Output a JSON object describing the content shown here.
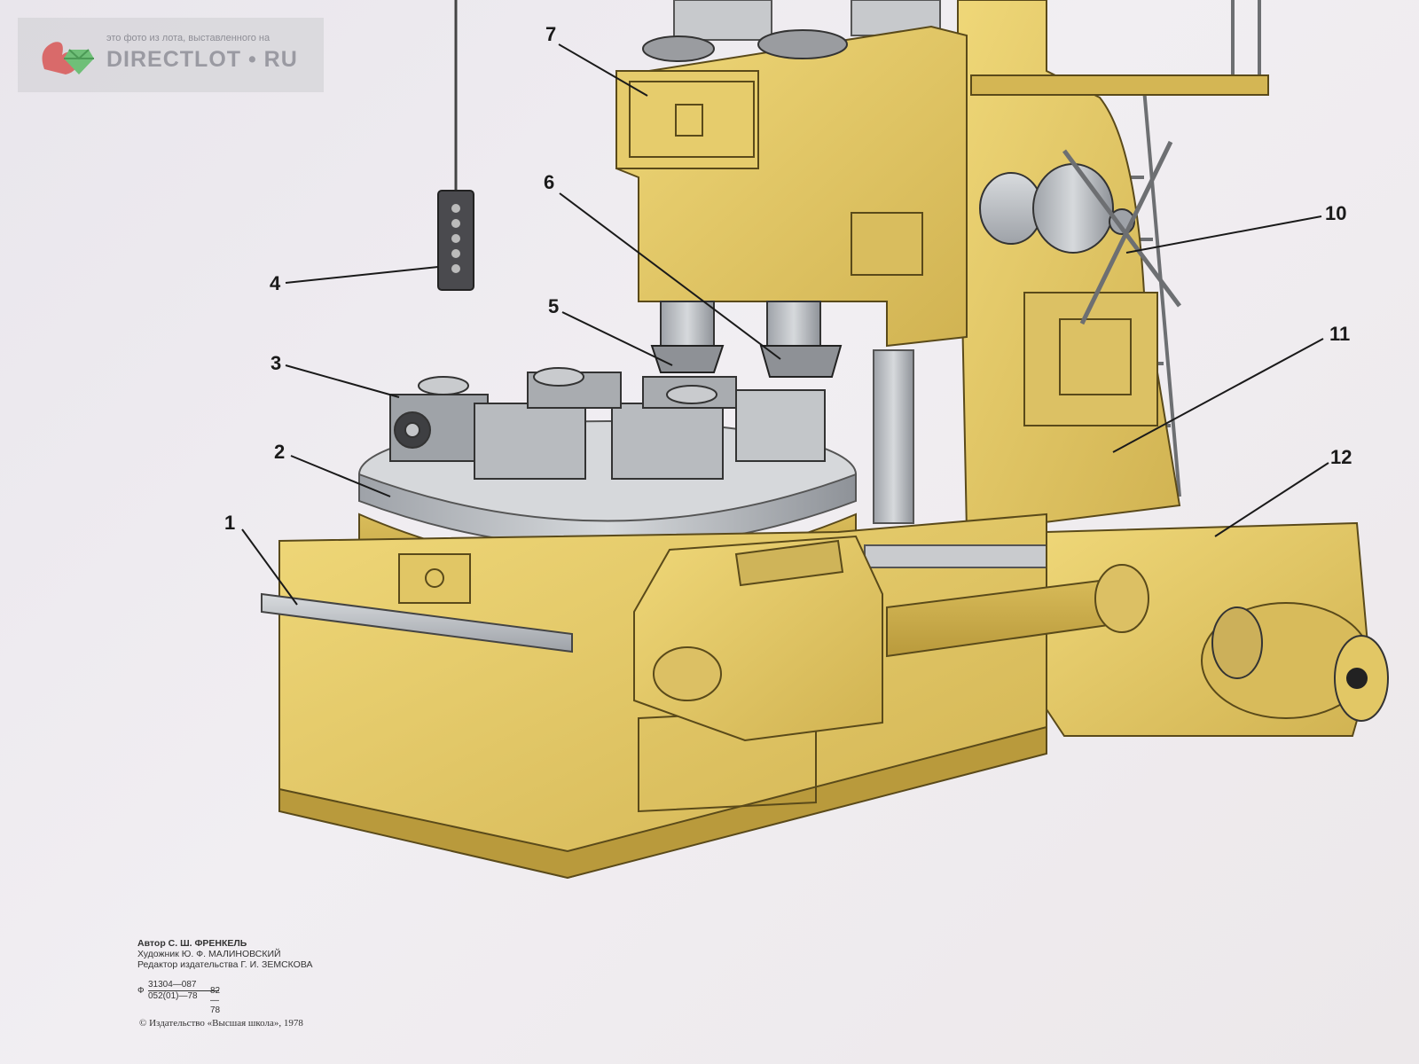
{
  "watermark": {
    "note": "это фото из лота, выставленного на",
    "brand": "DIRECTLOT • RU",
    "logo_icon": "squirrel-diamond-logo"
  },
  "callouts": [
    {
      "number": "1",
      "part": "bed-guideways"
    },
    {
      "number": "2",
      "part": "rotary-table"
    },
    {
      "number": "3",
      "part": "workpiece-fixtures"
    },
    {
      "number": "4",
      "part": "pendant-control"
    },
    {
      "number": "5",
      "part": "left-spindle-cutter"
    },
    {
      "number": "6",
      "part": "right-spindle-cutter"
    },
    {
      "number": "7",
      "part": "spindle-head"
    },
    {
      "number": "10",
      "part": "handwheel"
    },
    {
      "number": "11",
      "part": "column"
    },
    {
      "number": "12",
      "part": "drive-gearbox"
    }
  ],
  "credits": {
    "author": "Автор С. Ш. ФРЕНКЕЛЬ",
    "artist": "Художник Ю. Ф. МАЛИНОВСКИЙ",
    "editor": "Редактор издательства Г. И. ЗЕМСКОВА"
  },
  "catalog": {
    "prefix": "Ф",
    "numerator": "31304—087",
    "denominator": "052(01)—78",
    "suffix": "82—78"
  },
  "copyright": "© Издательство «Высшая школа», 1978",
  "colors": {
    "machine_body": "#e2c765",
    "machine_shadow": "#b89a3a",
    "metal": "#b9bcc0",
    "background": "#ece9ed"
  }
}
